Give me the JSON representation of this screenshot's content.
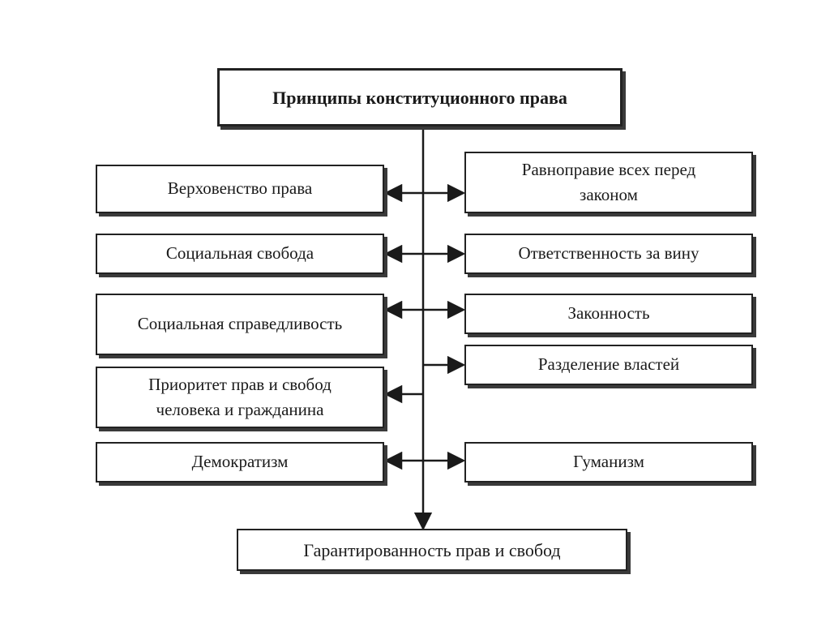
{
  "diagram": {
    "title": "Принципы конституционного права",
    "left": [
      "Верховенство права",
      "Социальная свобода",
      "Социальная справедливость",
      "Приоритет прав и свобод человека и гражданина",
      "Демократизм"
    ],
    "right": [
      "Равноправие всех перед законом",
      "Ответственность за вину",
      "Законность",
      "Разделение властей",
      "Гуманизм"
    ],
    "footer": "Гарантированность прав и свобод"
  }
}
